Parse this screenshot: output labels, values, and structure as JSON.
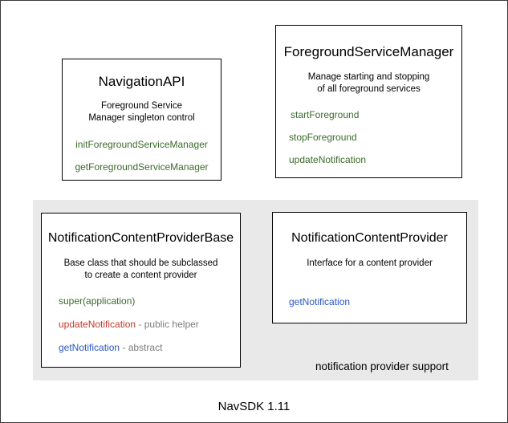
{
  "diagram": {
    "footer_caption": "NavSDK 1.11",
    "group": {
      "label": "notification provider support"
    },
    "boxes": [
      {
        "id": "navigation-api",
        "title": "NavigationAPI",
        "title_size": "17px",
        "description": "Foreground Service\nManager singleton control",
        "desc_line_1": "Foreground Service",
        "desc_line_2": "Manager singleton control",
        "members": [
          {
            "name": "initForegroundServiceManager",
            "color": "green",
            "note": ""
          },
          {
            "name": "getForegroundServiceManager",
            "color": "green",
            "note": ""
          }
        ]
      },
      {
        "id": "foreground-service-manager",
        "title": "ForegroundServiceManager",
        "title_size": "17px",
        "description": "Manage starting and stopping\nof all foreground services",
        "desc_line_1": "Manage starting and stopping",
        "desc_line_2": "of all foreground services",
        "members": [
          {
            "name": "startForeground",
            "color": "green",
            "note": ""
          },
          {
            "name": "stopForeground",
            "color": "green",
            "note": ""
          },
          {
            "name": "updateNotification",
            "color": "green",
            "note": ""
          }
        ]
      },
      {
        "id": "notification-content-provider-base",
        "title": "NotificationContentProviderBase",
        "title_size": "16px",
        "description": "Base class that should be subclassed\nto create a content provider",
        "desc_line_1": "Base class that should be subclassed",
        "desc_line_2": "to create a content provider",
        "members": [
          {
            "name": "super(application)",
            "color": "green",
            "note": ""
          },
          {
            "name": "updateNotification",
            "color": "red",
            "note": " - public helper"
          },
          {
            "name": "getNotification",
            "color": "blue",
            "note": " - abstract"
          }
        ]
      },
      {
        "id": "notification-content-provider",
        "title": "NotificationContentProvider",
        "title_size": "16px",
        "description": "Interface for a content provider",
        "desc_line_1": "Interface for a content provider",
        "desc_line_2": "",
        "members": [
          {
            "name": "getNotification",
            "color": "blue",
            "note": ""
          }
        ]
      }
    ]
  },
  "colors": {
    "method_green": "#3b6b2b",
    "method_red": "#c0392b",
    "method_blue": "#2a56c6",
    "note_gray": "#7d7d7d",
    "panel_gray": "#e9e9e9",
    "border": "#000000",
    "frame": "#3a3a3a"
  }
}
